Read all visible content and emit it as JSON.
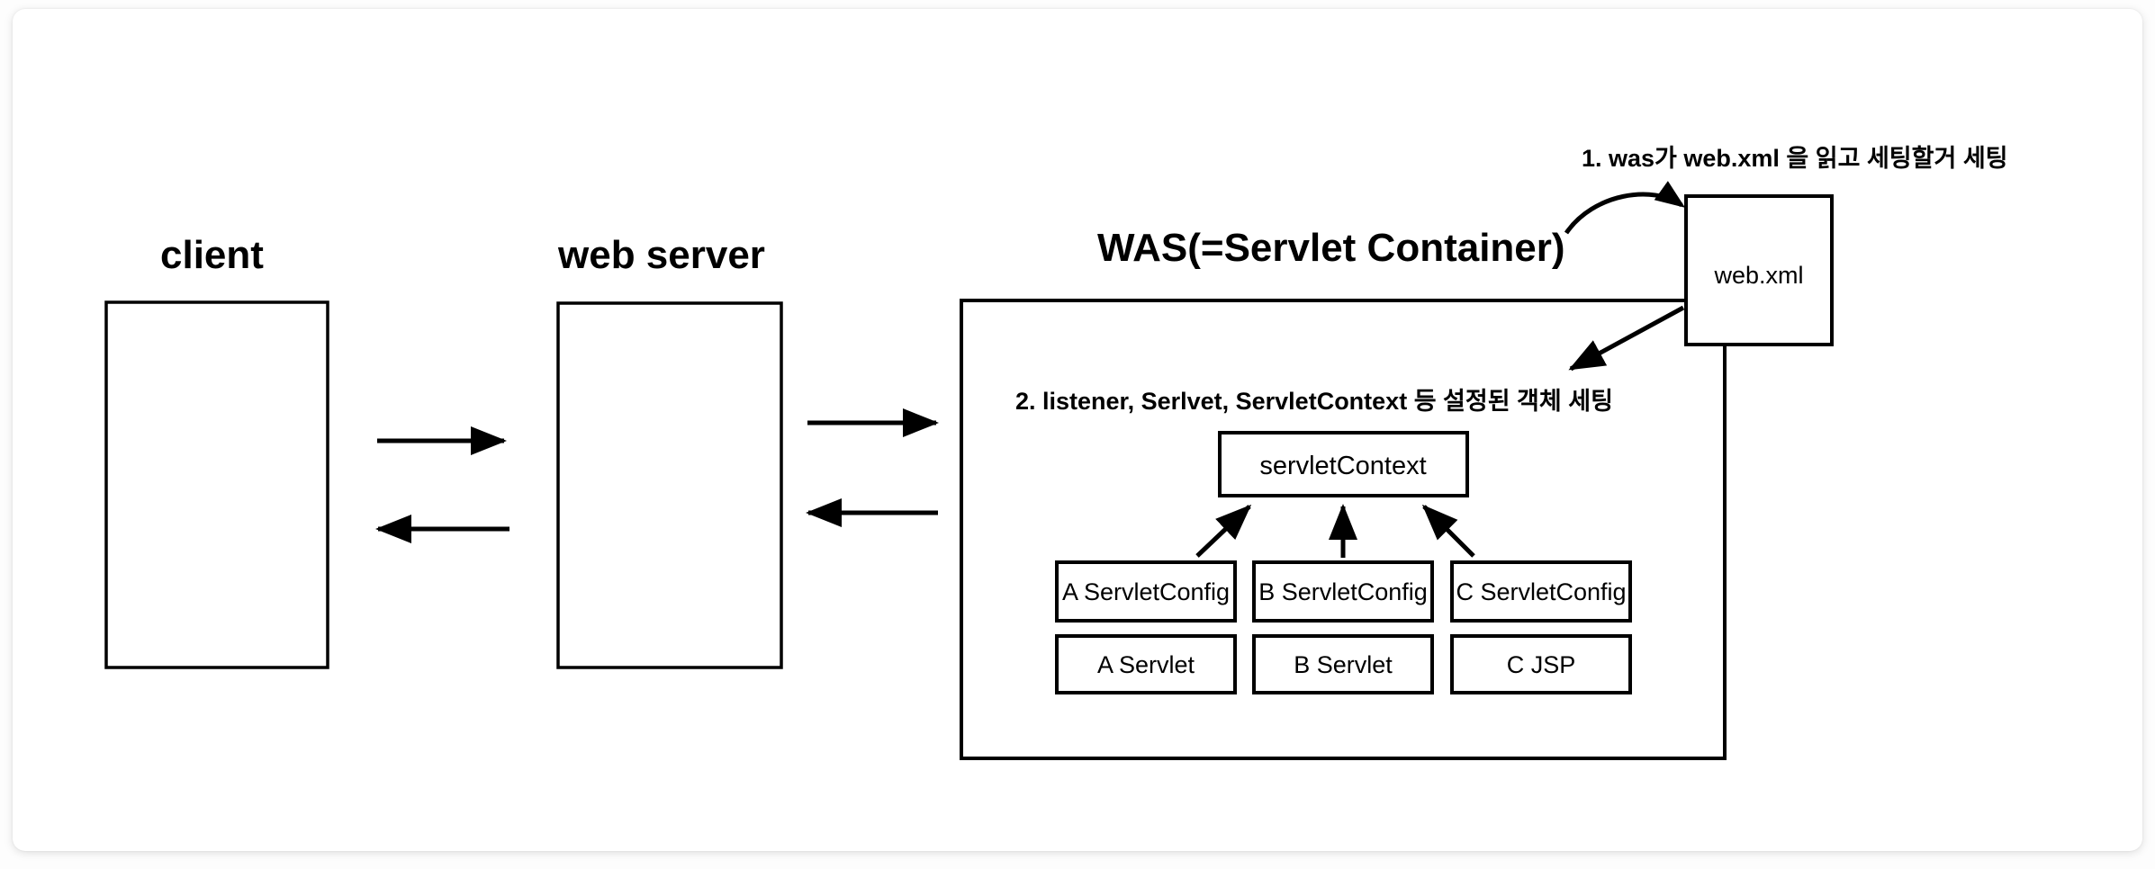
{
  "diagram": {
    "type": "architecture-flow",
    "title_labels": {
      "client": "client",
      "web_server": "web server",
      "was": "WAS(=Servlet Container)"
    },
    "notes": [
      {
        "id": "note-1",
        "text": "1. was가 web.xml 을 읽고 세팅할거 세팅"
      },
      {
        "id": "note-2",
        "text": "2. listener, Serlvet, ServletContext 등 설정된 객체 세팅"
      }
    ],
    "boxes": {
      "web_xml": "web.xml",
      "servlet_context": "servletContext"
    },
    "config_row": [
      "A ServletConfig",
      "B ServletConfig",
      "C ServletConfig"
    ],
    "servlet_row": [
      "A Servlet",
      "B Servlet",
      "C JSP"
    ],
    "colors": {
      "stroke": "#000000",
      "fill": "#ffffff",
      "page_background": "#fdfdfd",
      "card_background": "#ffffff"
    }
  }
}
